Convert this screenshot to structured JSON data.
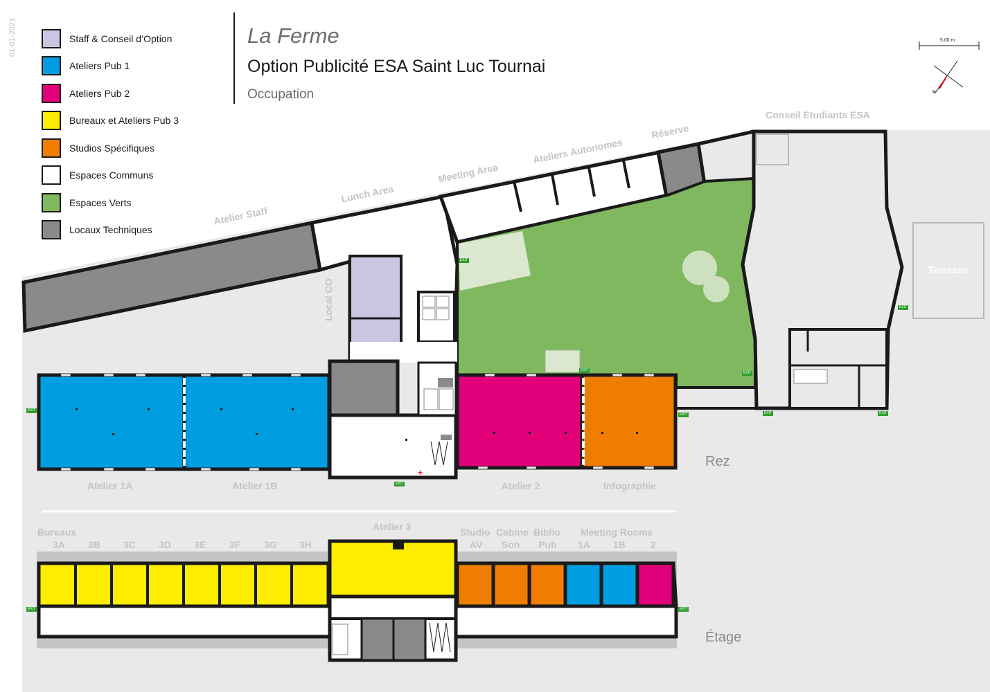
{
  "date": "01-01-2021",
  "title": {
    "name": "La Ferme",
    "subtitle": "Option Publicité ESA Saint Luc Tournai",
    "caption": "Occupation"
  },
  "scale_label": "5,00 m",
  "north_label": "N",
  "legend": [
    {
      "label": "Staff & Conseil d’Option",
      "color": "#c8c6e0"
    },
    {
      "label": "Ateliers Pub 1",
      "color": "#009ee0"
    },
    {
      "label": "Ateliers Pub 2",
      "color": "#e2007a"
    },
    {
      "label": "Bureaux et Ateliers Pub 3",
      "color": "#ffed00"
    },
    {
      "label": "Studios Spécifiques",
      "color": "#ef7d00"
    },
    {
      "label": "Espaces Communs",
      "color": "#ffffff"
    },
    {
      "label": "Espaces Verts",
      "color": "#80b860"
    },
    {
      "label": "Locaux Techniques",
      "color": "#8a8a8a"
    }
  ],
  "levels": {
    "ground": "Rez",
    "upper": "Étage"
  },
  "room_labels": {
    "atelier_staff": "Atelier Staff",
    "lunch_area": "Lunch Area",
    "meeting_area": "Meeting Area",
    "ateliers_autonomes": "Ateliers Autonomes",
    "reserve": "Réserve",
    "conseil": "Conseil Etudiants ESA",
    "local_co": "Local CO",
    "terrasse": "Terrasse",
    "atelier_1a": "Atelier 1A",
    "atelier_1b": "Atelier 1B",
    "atelier_2": "Atelier 2",
    "infographie": "Infographie",
    "atelier_3": "Atelier 3",
    "bureaux": "Bureaux",
    "b3a": "3A",
    "b3b": "3B",
    "b3c": "3C",
    "b3d": "3D",
    "b3e": "3E",
    "b3f": "3F",
    "b3g": "3G",
    "b3h": "3H",
    "studio": "Studio",
    "av": "AV",
    "cabine": "Cabine",
    "son": "Son",
    "biblio": "Biblio",
    "pub": "Pub",
    "meeting_rooms": "Meeting Rooms",
    "m1a": "1A",
    "m1b": "1B",
    "m2": "2"
  },
  "exit_label": "EXIT",
  "colors": {
    "background": "#e9e9ea",
    "wall": "#1a1a1a",
    "label": "#c4c4c4"
  }
}
